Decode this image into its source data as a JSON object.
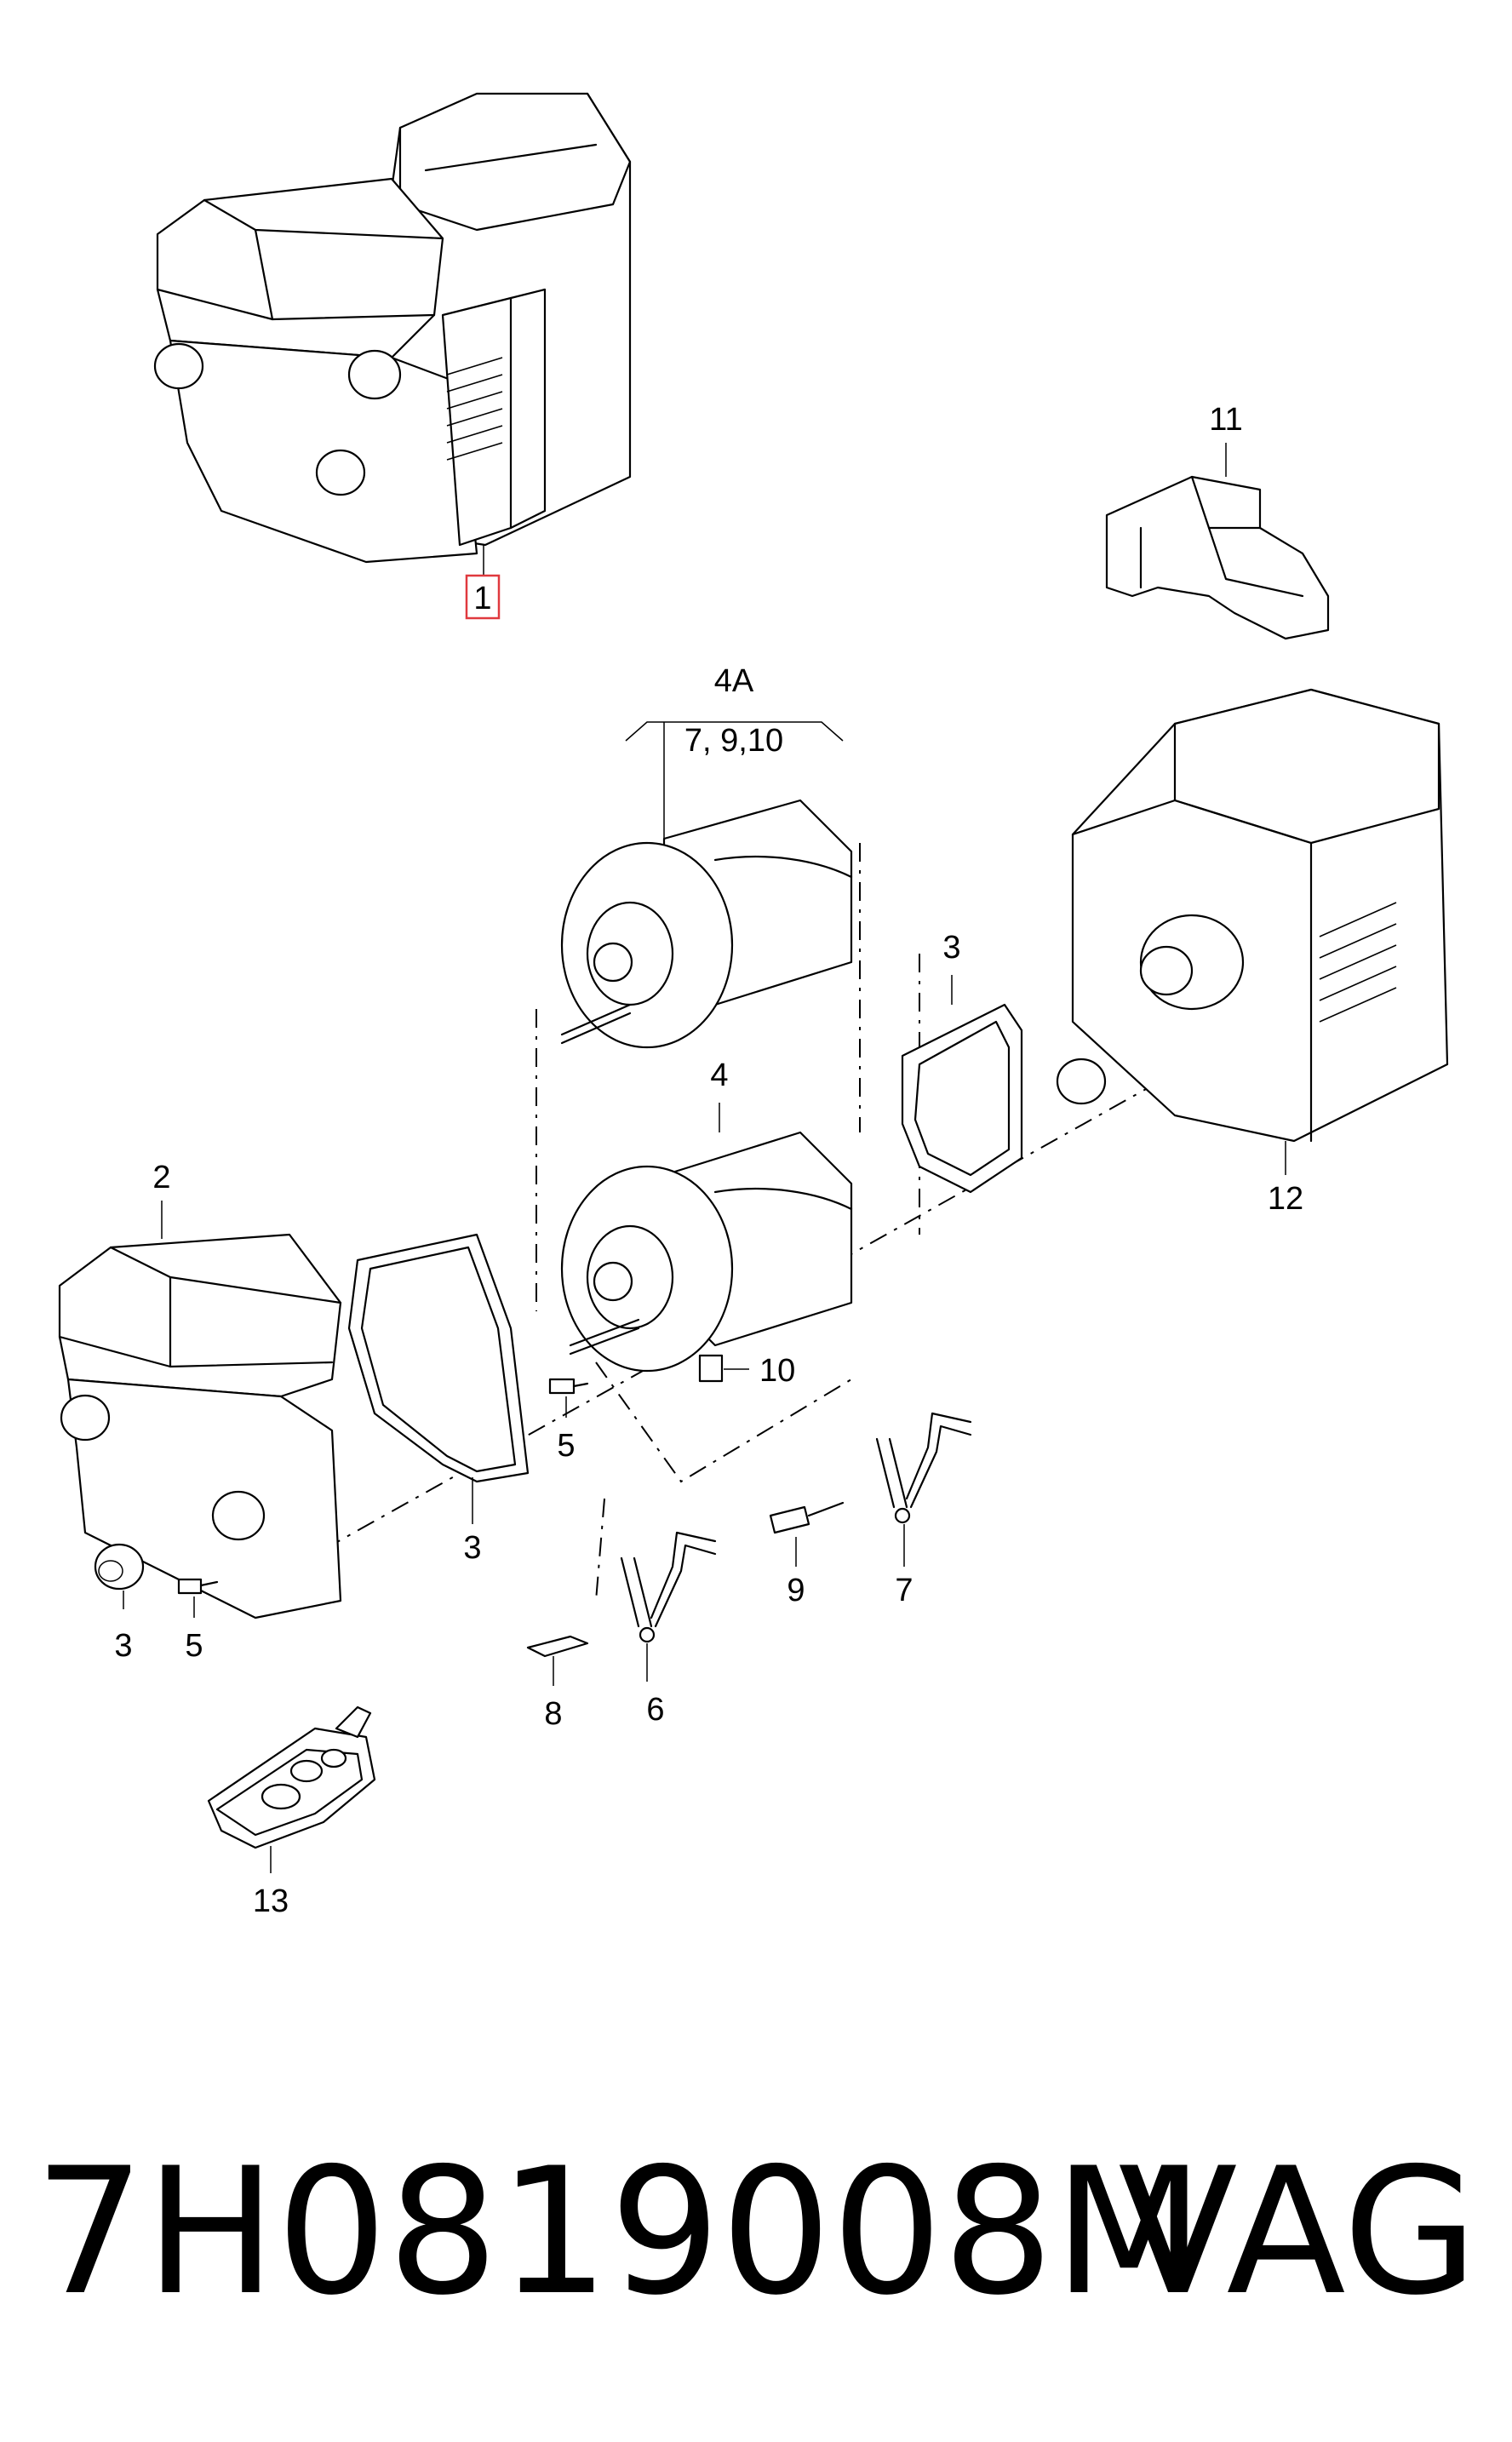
{
  "diagram": {
    "callouts": {
      "c1": "1",
      "c11": "11",
      "c4A": "4A",
      "c4A_sub": "7, 9,10",
      "c3_gasket_top": "3",
      "c4": "4",
      "c2": "2",
      "c12": "12",
      "c10": "10",
      "c5_mid": "5",
      "c3_gasket_left": "3",
      "c9": "9",
      "c7": "7",
      "c3_plug": "3",
      "c5_left": "5",
      "c8": "8",
      "c6": "6",
      "c13": "13"
    },
    "highlight_color": "#e0393e"
  },
  "footer": {
    "part_number": "7H0819008M",
    "brand": "VAG"
  }
}
